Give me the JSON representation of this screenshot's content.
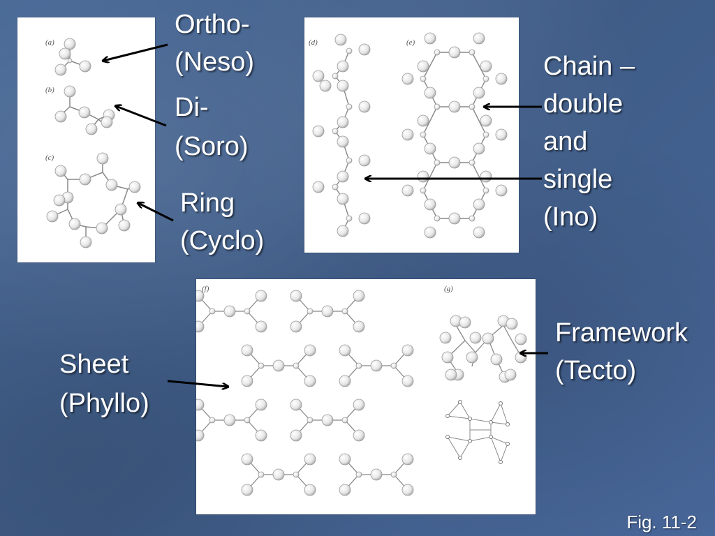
{
  "slide": {
    "fig_label": "Fig. 11-2"
  },
  "panels": {
    "a": "(a)",
    "b": "(b)",
    "c": "(c)",
    "d": "(d)",
    "e": "(e)",
    "f": "(f)",
    "g": "(g)"
  },
  "labels": {
    "ortho": [
      "Ortho-",
      "(Neso)"
    ],
    "di": [
      "Di-",
      "(Soro)"
    ],
    "ring": [
      "Ring",
      "(Cyclo)"
    ],
    "chain": [
      "Chain –",
      "double",
      "and",
      "single",
      "(Ino)"
    ],
    "framework": [
      "Framework",
      "(Tecto)"
    ],
    "sheet": [
      "Sheet",
      "(Phyllo)"
    ]
  },
  "colors": {
    "background": "#45638f",
    "text": "#ffffff",
    "arrow": "#000000",
    "atom_fill": "#f2f2f2",
    "atom_stroke": "#999999"
  }
}
